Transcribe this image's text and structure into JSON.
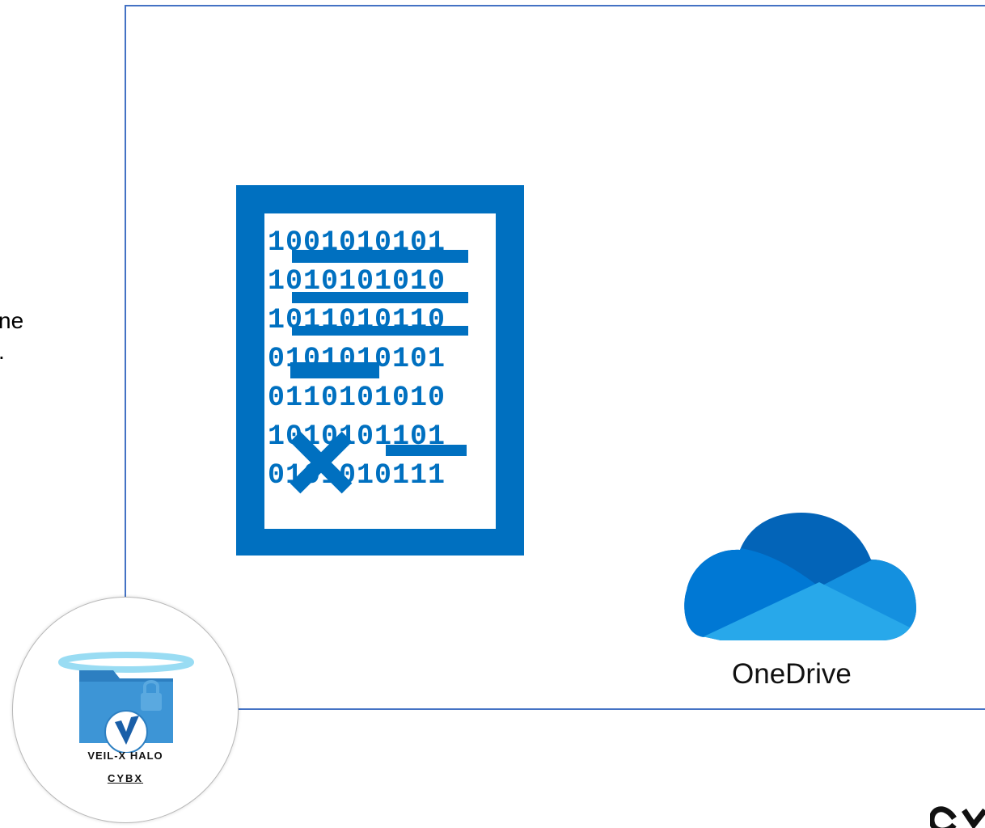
{
  "left_text": {
    "line1": "ne",
    "line2": "."
  },
  "document": {
    "rows": [
      "1001010101",
      "1010101010",
      "1011010110",
      "0101010101",
      "0110101010",
      "1010101101",
      "0101010111"
    ]
  },
  "cloud": {
    "label": "OneDrive"
  },
  "badge": {
    "title": "VEIL-X HALO",
    "brand": "CYBX"
  },
  "colors": {
    "accent": "#0070c0",
    "frame": "#4472c4"
  },
  "icons": [
    "redacted-document-icon",
    "onedrive-cloud-icon",
    "veil-x-halo-badge",
    "cybx-logo"
  ]
}
